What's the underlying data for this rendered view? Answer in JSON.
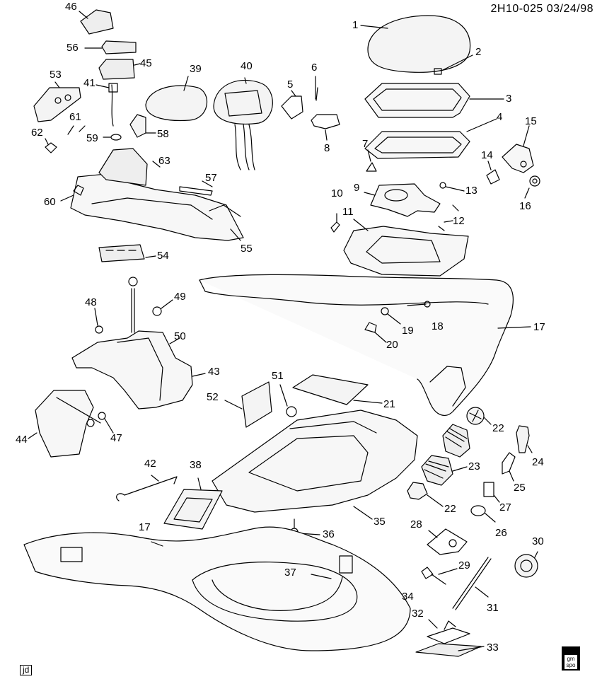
{
  "header": {
    "code": "2H10-025 03/24/98"
  },
  "footer": {
    "author": "jd",
    "logo_text": "gm spo"
  },
  "callouts": {
    "c1": "1",
    "c2": "2",
    "c3": "3",
    "c4": "4",
    "c5": "5",
    "c6": "6",
    "c7": "7",
    "c8": "8",
    "c9": "9",
    "c10": "10",
    "c11": "11",
    "c12": "12",
    "c13": "13",
    "c14": "14",
    "c15": "15",
    "c16": "16",
    "c17a": "17",
    "c17b": "17",
    "c18": "18",
    "c19": "19",
    "c20": "20",
    "c21": "21",
    "c22a": "22",
    "c22b": "22",
    "c23": "23",
    "c24": "24",
    "c25": "25",
    "c26": "26",
    "c27": "27",
    "c28": "28",
    "c29": "29",
    "c30": "30",
    "c31": "31",
    "c32": "32",
    "c33": "33",
    "c34": "34",
    "c35": "35",
    "c36": "36",
    "c37": "37",
    "c38": "38",
    "c39": "39",
    "c40": "40",
    "c41": "41",
    "c42": "42",
    "c43": "43",
    "c44": "44",
    "c45": "45",
    "c46": "46",
    "c47": "47",
    "c48": "48",
    "c49": "49",
    "c50": "50",
    "c51": "51",
    "c52": "52",
    "c53": "53",
    "c54": "54",
    "c55": "55",
    "c56": "56",
    "c57": "57",
    "c58": "58",
    "c59": "59",
    "c60": "60",
    "c61": "61",
    "c62": "62",
    "c63": "63"
  }
}
